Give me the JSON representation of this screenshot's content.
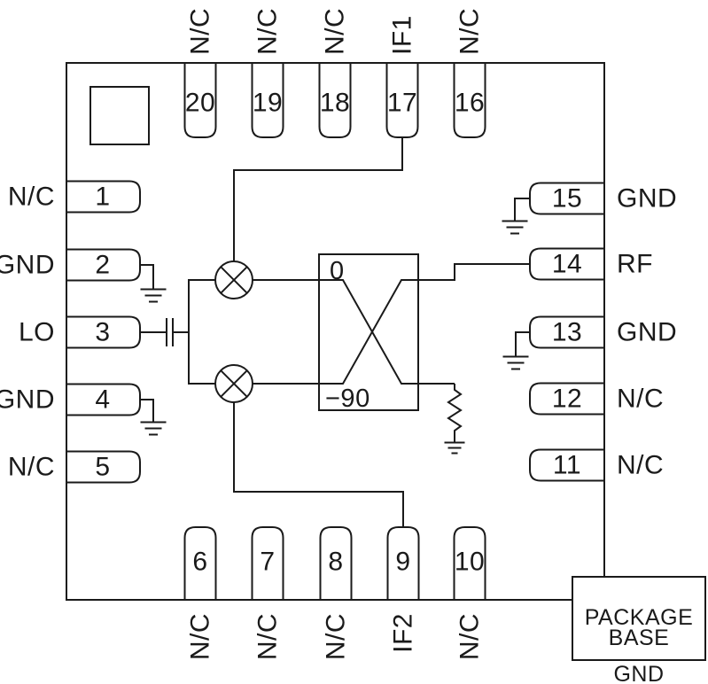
{
  "diagram_type": "ic-pinout-schematic",
  "colors": {
    "line": "#1a1a1a",
    "background": "#ffffff"
  },
  "pins": {
    "top": [
      {
        "number": "20",
        "label": "N/C"
      },
      {
        "number": "19",
        "label": "N/C"
      },
      {
        "number": "18",
        "label": "N/C"
      },
      {
        "number": "17",
        "label": "IF1"
      },
      {
        "number": "16",
        "label": "N/C"
      }
    ],
    "left": [
      {
        "number": "1",
        "label": "N/C"
      },
      {
        "number": "2",
        "label": "GND"
      },
      {
        "number": "3",
        "label": "LO"
      },
      {
        "number": "4",
        "label": "GND"
      },
      {
        "number": "5",
        "label": "N/C"
      }
    ],
    "right": [
      {
        "number": "15",
        "label": "GND"
      },
      {
        "number": "14",
        "label": "RF"
      },
      {
        "number": "13",
        "label": "GND"
      },
      {
        "number": "12",
        "label": "N/C"
      },
      {
        "number": "11",
        "label": "N/C"
      }
    ],
    "bottom": [
      {
        "number": "6",
        "label": "N/C"
      },
      {
        "number": "7",
        "label": "N/C"
      },
      {
        "number": "8",
        "label": "N/C"
      },
      {
        "number": "9",
        "label": "IF2"
      },
      {
        "number": "10",
        "label": "N/C"
      }
    ]
  },
  "hybrid": {
    "port_top_label": "0",
    "port_bottom_label": "−90"
  },
  "package_base": {
    "title_line1": "PACKAGE",
    "title_line2": "BASE",
    "ground_label": "GND"
  }
}
